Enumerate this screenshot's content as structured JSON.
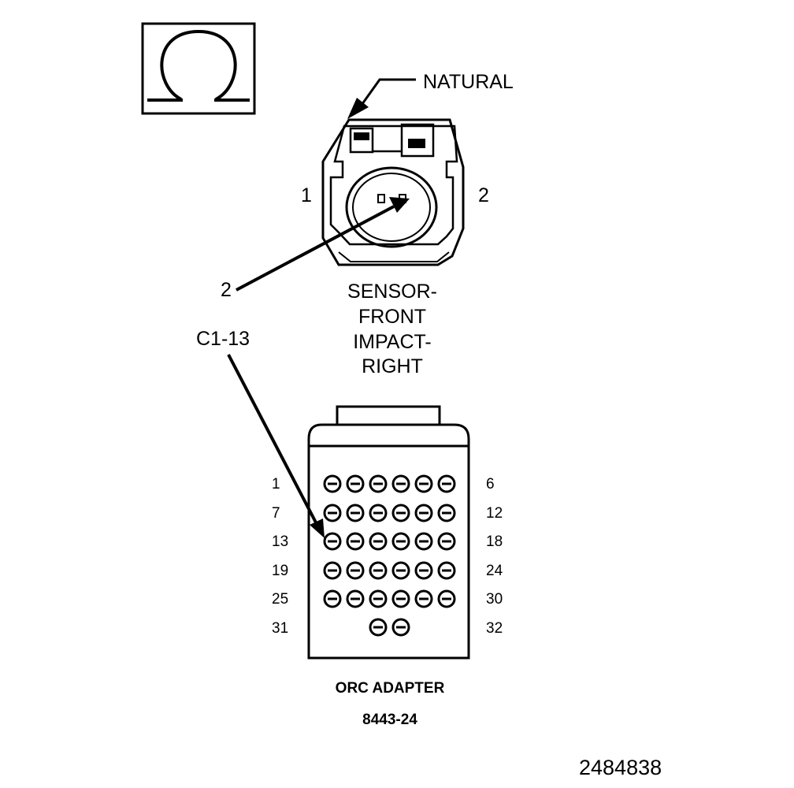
{
  "ohm_symbol": {
    "icon": "ohm-icon"
  },
  "sensor": {
    "color_label": "NATURAL",
    "pin_left": "1",
    "pin_right": "2",
    "callout_pin": "2",
    "name_lines": [
      "SENSOR-",
      "FRONT",
      "IMPACT-",
      "RIGHT"
    ]
  },
  "adapter": {
    "callout": "C1-13",
    "row_labels_left": [
      "1",
      "7",
      "13",
      "19",
      "25",
      "31"
    ],
    "row_labels_right": [
      "6",
      "12",
      "18",
      "24",
      "30",
      "32"
    ],
    "name": "ORC ADAPTER",
    "part_number": "8443-24"
  },
  "figure_id": "2484838"
}
